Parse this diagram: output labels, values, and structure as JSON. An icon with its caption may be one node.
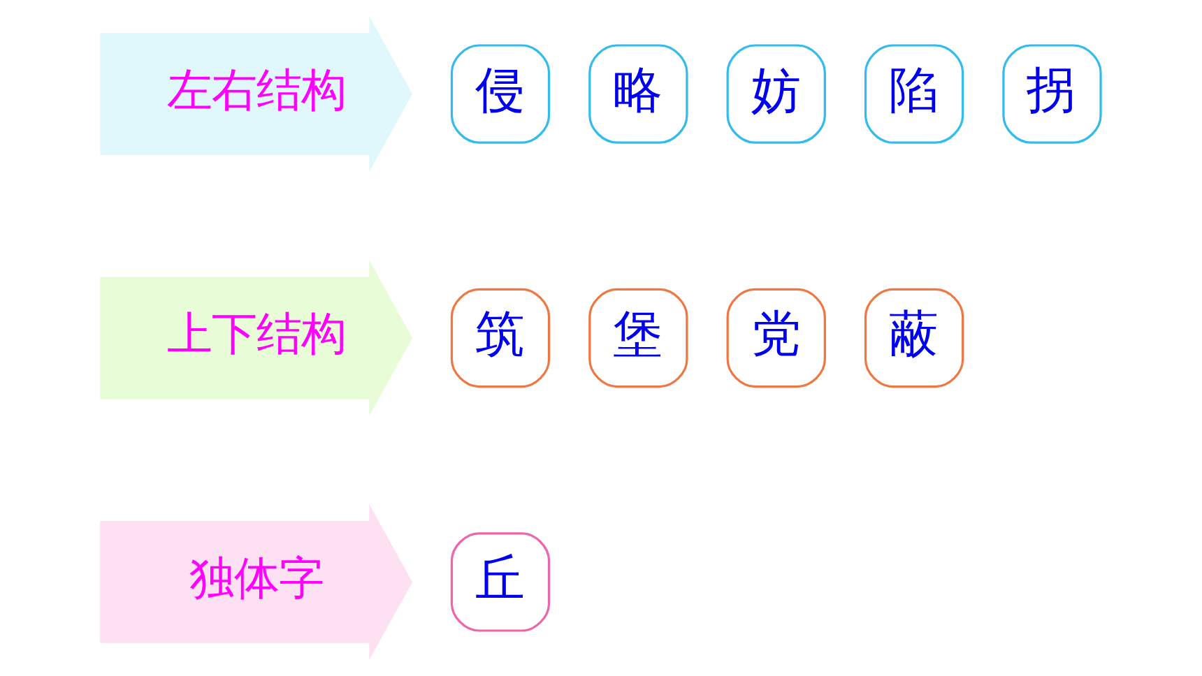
{
  "diagram": {
    "nodes": [
      {
        "text": [
          "左右结构"
        ]
      },
      {
        "text": [
          "侵"
        ]
      },
      {
        "text": [
          "略"
        ]
      },
      {
        "text": [
          "妨"
        ]
      },
      {
        "text": [
          "陷"
        ]
      },
      {
        "text": [
          "拐"
        ]
      },
      {
        "text": [
          "上下结构"
        ]
      },
      {
        "text": [
          "筑"
        ]
      },
      {
        "text": [
          "堡"
        ]
      },
      {
        "text": [
          "党"
        ]
      },
      {
        "text": [
          "蔽"
        ]
      },
      {
        "text": [
          "独体字"
        ]
      },
      {
        "text": [
          "丘"
        ]
      }
    ]
  }
}
